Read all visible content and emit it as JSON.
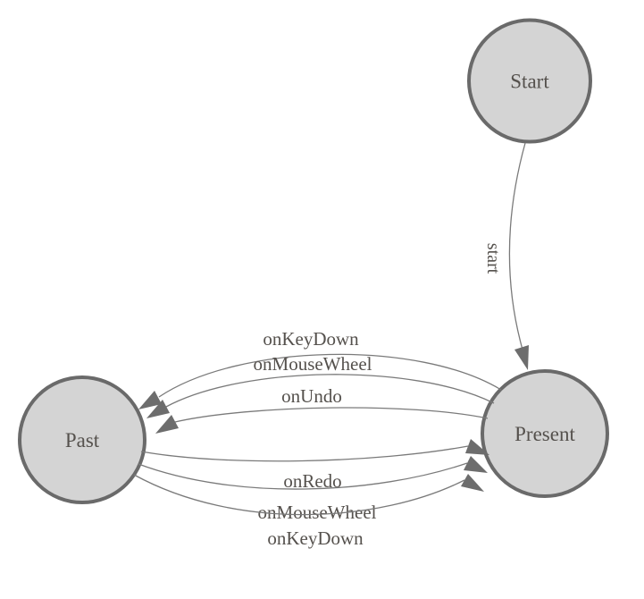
{
  "diagram": {
    "type": "state-machine",
    "background": "#ffffff",
    "style": {
      "node_fill": "#d4d4d4",
      "node_border": "#6a6a6a",
      "edge_line": "#7a7a7a",
      "arrow_fill": "#6d6d6d",
      "label_color": "#55514d"
    },
    "nodes": [
      {
        "id": "start",
        "label": "Start"
      },
      {
        "id": "present",
        "label": "Present"
      },
      {
        "id": "past",
        "label": "Past"
      }
    ],
    "edges": [
      {
        "id": "start-transition",
        "label": "start",
        "from": "Start",
        "to": "Present"
      },
      {
        "id": "onkeydown-to-past",
        "label": "onKeyDown",
        "from": "Present",
        "to": "Past"
      },
      {
        "id": "onmousewheel-to-past",
        "label": "onMouseWheel",
        "from": "Present",
        "to": "Past"
      },
      {
        "id": "onundo-to-past",
        "label": "onUndo",
        "from": "Present",
        "to": "Past"
      },
      {
        "id": "onredo-to-present",
        "label": "onRedo",
        "from": "Past",
        "to": "Present"
      },
      {
        "id": "onmousewheel-to-present",
        "label": "onMouseWheel",
        "from": "Past",
        "to": "Present"
      },
      {
        "id": "onkeydown-to-present",
        "label": "onKeyDown",
        "from": "Past",
        "to": "Present"
      }
    ]
  }
}
